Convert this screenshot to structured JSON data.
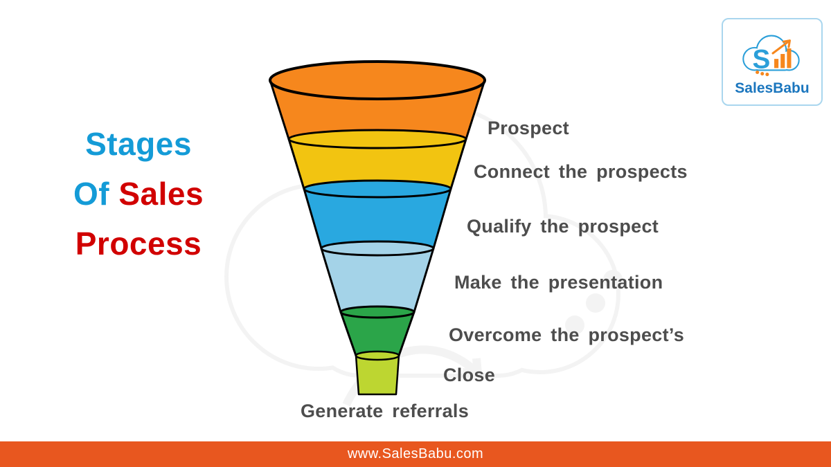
{
  "title": {
    "stages": "Stages",
    "of": "Of",
    "sales": "Sales",
    "process": "Process",
    "blue_color": "#149BD7",
    "red_color": "#D10000"
  },
  "funnel": {
    "stages": [
      {
        "label": "Prospect",
        "color": "#F6871D"
      },
      {
        "label": "Connect the prospects",
        "color": "#F2C411"
      },
      {
        "label": "Qualify the prospect",
        "color": "#29A8E0"
      },
      {
        "label": "Make the presentation",
        "color": "#A4D3E8"
      },
      {
        "label": "Overcome the prospect’s",
        "color": "#2BA549"
      },
      {
        "label": "Close",
        "color": "#BDD631"
      }
    ],
    "bottom_label": "Generate referrals",
    "outline_color": "#000000",
    "label_color": "#4D4D4D"
  },
  "logo": {
    "brand": "SalesBabu",
    "monogram": "S",
    "icon": "cloud-s-chart-icon",
    "text_color": "#1B76BE",
    "cloud_color": "#2B9FD9",
    "accent_color": "#F6871D"
  },
  "footer": {
    "url": "www.SalesBabu.com",
    "background": "#E8571F"
  }
}
